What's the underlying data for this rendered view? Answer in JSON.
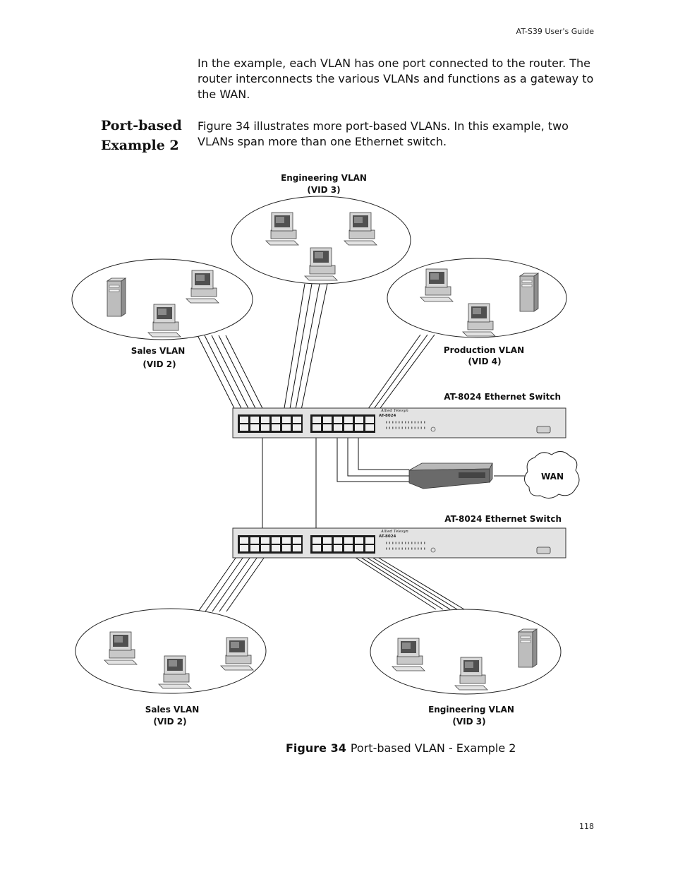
{
  "header": {
    "guide_title": "AT-S39 User's Guide"
  },
  "intro_paragraph": "In the example, each VLAN has one port connected to the router. The router interconnects the various VLANs and functions as a gateway to the WAN.",
  "section": {
    "heading_line1": "Port-based",
    "heading_line2": "Example 2",
    "paragraph": "Figure 34 illustrates more port-based VLANs. In this example, two VLANs span more than one Ethernet switch."
  },
  "figure": {
    "vlans": {
      "engineering_top": {
        "name": "Engineering VLAN",
        "vid": "(VID 3)"
      },
      "sales_top": {
        "name": "Sales VLAN",
        "vid": "(VID 2)"
      },
      "production": {
        "name": "Production VLAN",
        "vid": "(VID 4)"
      },
      "sales_bottom": {
        "name": "Sales VLAN",
        "vid": "(VID 2)"
      },
      "engineering_bottom": {
        "name": "Engineering VLAN",
        "vid": "(VID 3)"
      }
    },
    "switch_top_label": "AT-8024 Ethernet Switch",
    "switch_bottom_label": "AT-8024 Ethernet Switch",
    "wan_label": "WAN",
    "switch_brand": "Allied Telesyn",
    "switch_model": "AT-8024"
  },
  "caption": {
    "number": "Figure 34",
    "text": "Port-based VLAN - Example 2"
  },
  "page_number": "118"
}
